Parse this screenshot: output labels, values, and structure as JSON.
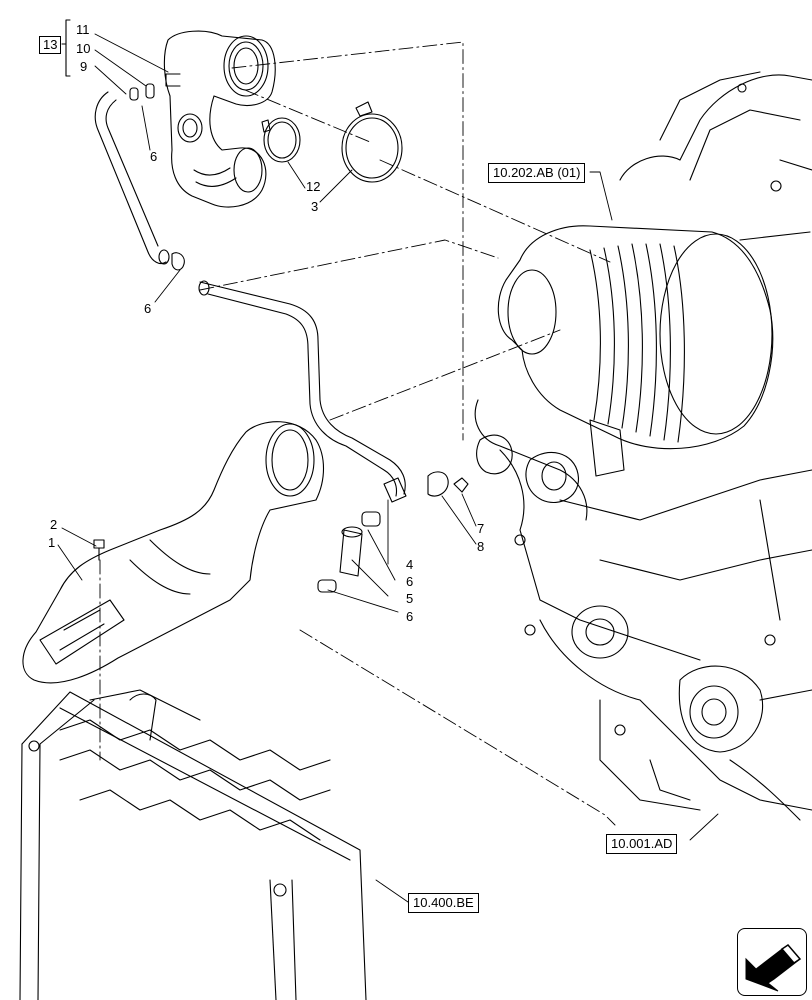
{
  "group_label": "13",
  "callouts": {
    "c1": "1",
    "c2": "2",
    "c3": "3",
    "c4": "4",
    "c5": "5",
    "c6a": "6",
    "c6b": "6",
    "c6c": "6",
    "c6d": "6",
    "c7": "7",
    "c8": "8",
    "c9": "9",
    "c10": "10",
    "c11": "11",
    "c12": "12"
  },
  "references": {
    "turbo": "10.202.AB (01)",
    "engine": "10.001.AD",
    "radiator": "10.400.BE"
  },
  "icons": {
    "navigation": "arrow-left-down-icon"
  }
}
